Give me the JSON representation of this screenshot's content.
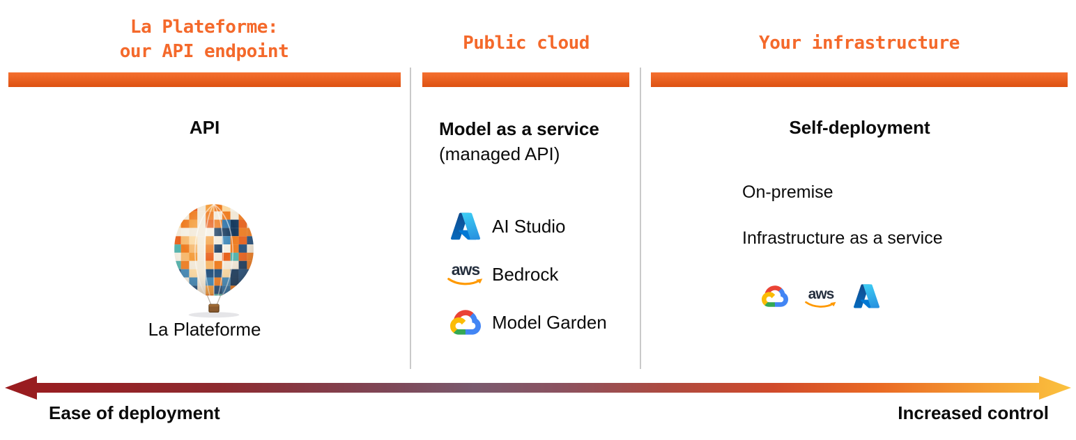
{
  "diagram": {
    "columns": [
      {
        "name": "la-plateforme",
        "header_line1": "La Plateforme:",
        "header_line2": "our API endpoint",
        "title": "API",
        "caption": "La Plateforme"
      },
      {
        "name": "public-cloud",
        "header_line1": "Public cloud",
        "title": "Model as a service",
        "subtitle": "(managed API)",
        "items": [
          {
            "icon": "azure-icon",
            "label": "AI Studio"
          },
          {
            "icon": "aws-icon",
            "label": "Bedrock"
          },
          {
            "icon": "google-cloud-icon",
            "label": "Model Garden"
          }
        ]
      },
      {
        "name": "your-infrastructure",
        "header_line1": "Your infrastructure",
        "title": "Self-deployment",
        "option1": "On-premise",
        "option2": "Infrastructure as a service",
        "provider_icons": [
          "google-cloud-icon",
          "aws-icon",
          "azure-icon"
        ]
      }
    ],
    "axis": {
      "left_label": "Ease of deployment",
      "right_label": "Increased control"
    },
    "aws_wordmark": "aws",
    "colors": {
      "accent_orange": "#F4692B",
      "bar_gradient_top": "#F57030",
      "bar_gradient_bottom": "#DD5212",
      "divider_gray": "#C9C9C9",
      "arrow_left_red": "#9A1B1E",
      "arrow_mid_mauve": "#7A5A6E",
      "arrow_right_yellow": "#FBC23E",
      "aws_navy": "#252F3E",
      "aws_orange": "#FF9900",
      "gcp_red": "#EA4335",
      "gcp_blue": "#4285F4",
      "gcp_green": "#34A853",
      "gcp_yellow": "#FBBC05",
      "azure_dark_blue": "#114A8B",
      "azure_light_blue": "#3CCBF4",
      "text_black": "#0B0B0B"
    }
  }
}
